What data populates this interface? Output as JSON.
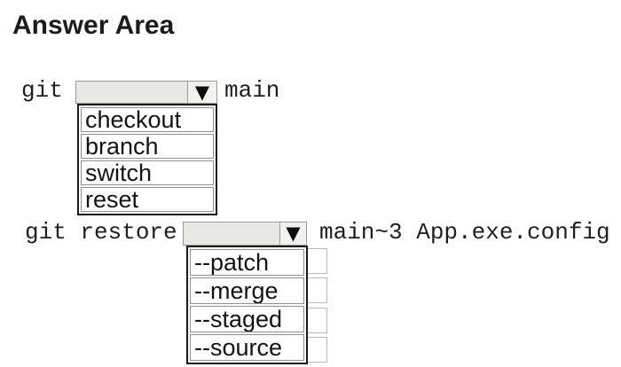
{
  "title": "Answer Area",
  "icons": {
    "dropdown_arrow": "▼"
  },
  "colors": {
    "select_fill": "#e8e8e5",
    "select_border": "#9a9a9a",
    "list_border": "#191919",
    "option_border": "#8f8f8f",
    "text": "#1e1e1e"
  },
  "rows": [
    {
      "prefix": "git",
      "suffix": "main",
      "dropdown": {
        "selected": "",
        "options": [
          "checkout",
          "branch",
          "switch",
          "reset"
        ]
      }
    },
    {
      "prefix": "git restore",
      "suffix": "main~3 App.exe.config",
      "dropdown": {
        "selected": "",
        "options": [
          "--patch",
          "--merge",
          "--staged",
          "--source"
        ]
      }
    }
  ]
}
